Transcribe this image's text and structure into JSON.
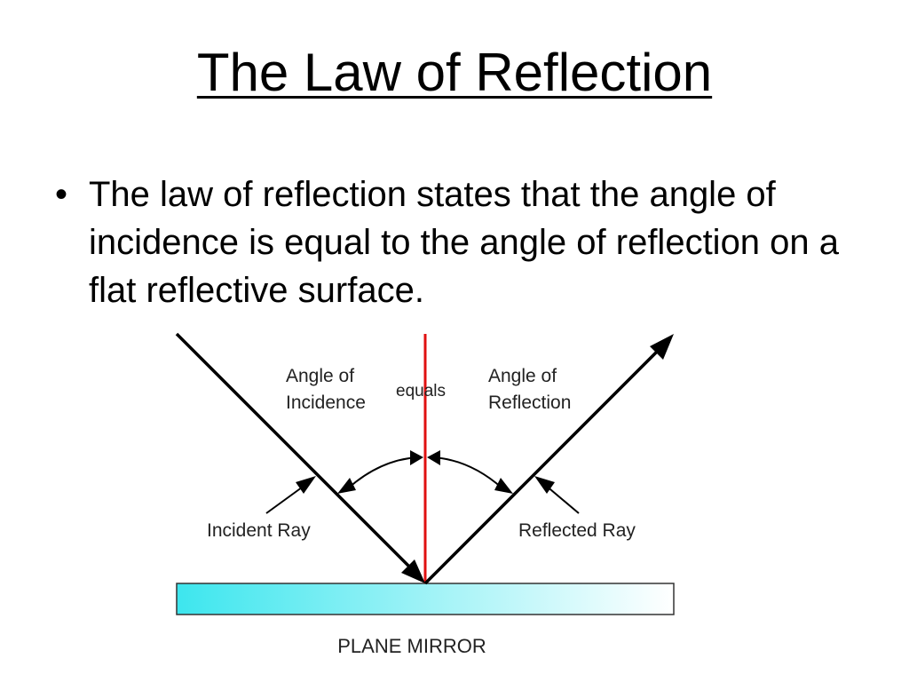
{
  "slide": {
    "title": "The Law of Reflection",
    "bullet_symbol": "•",
    "bullet_text": "The law of reflection states that the angle of incidence is equal to the angle of reflection on a flat reflective surface."
  },
  "diagram": {
    "labels": {
      "angle_of_incidence_line1": "Angle of",
      "angle_of_incidence_line2": "Incidence",
      "equals": "equals",
      "angle_of_reflection_line1": "Angle of",
      "angle_of_reflection_line2": "Reflection",
      "incident_ray": "Incident Ray",
      "reflected_ray": "Reflected Ray",
      "plane_mirror": "PLANE MIRROR"
    },
    "colors": {
      "ray": "#000000",
      "normal_line": "#e01010",
      "mirror_start": "#3de6ee",
      "mirror_end": "#ffffff",
      "mirror_border": "#333333"
    }
  }
}
